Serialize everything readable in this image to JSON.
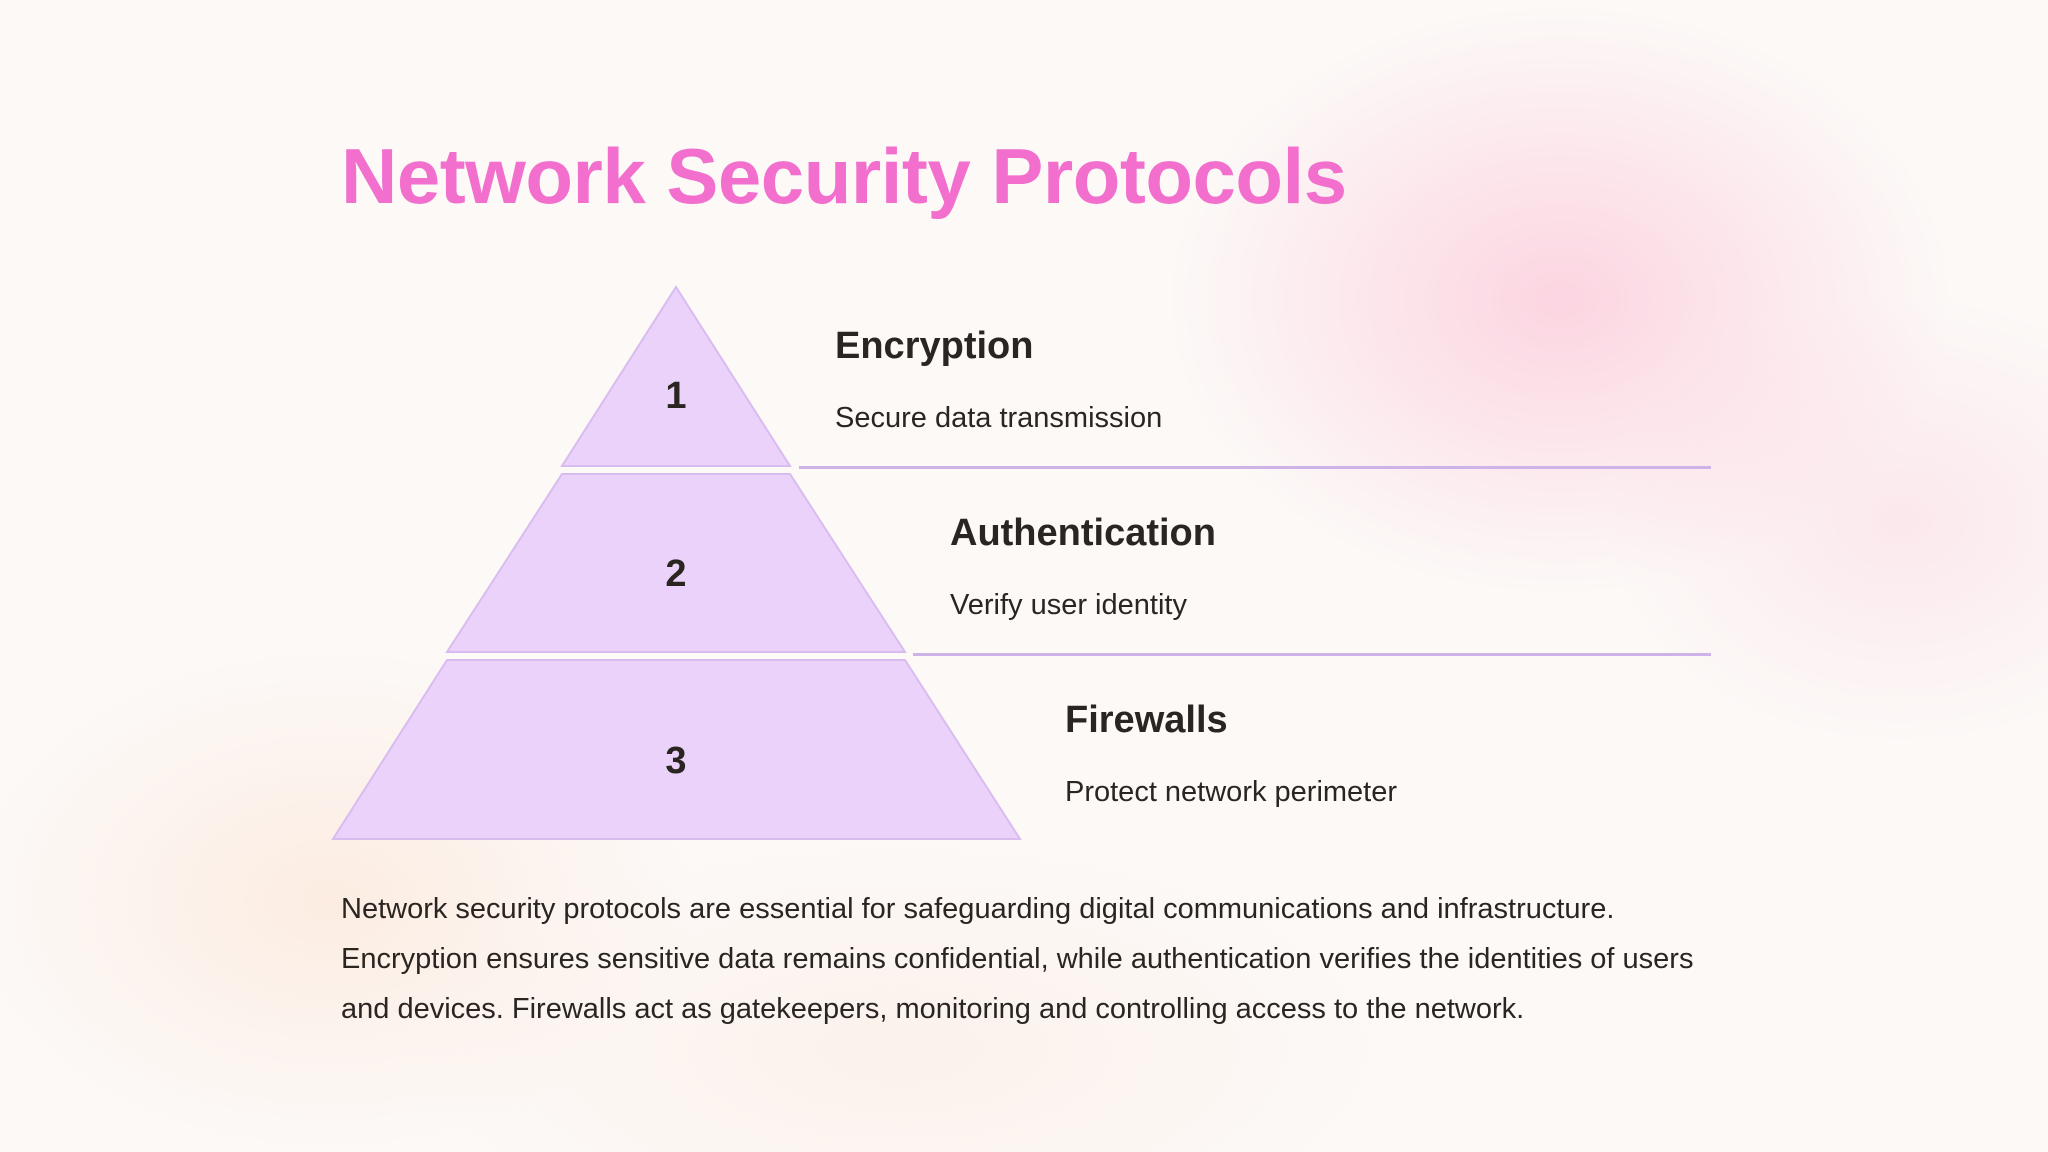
{
  "slide": {
    "title": "Network Security Protocols",
    "tiers": [
      {
        "number": "1",
        "title": "Encryption",
        "description": "Secure data transmission"
      },
      {
        "number": "2",
        "title": "Authentication",
        "description": "Verify user identity"
      },
      {
        "number": "3",
        "title": "Firewalls",
        "description": "Protect network perimeter"
      }
    ],
    "summary": "Network security protocols are essential for safeguarding digital communications and infrastructure. Encryption ensures sensitive data remains confidential, while authentication verifies the identities of users and devices. Firewalls act as gatekeepers, monitoring and controlling access to the network."
  },
  "colors": {
    "title": "#f26fce",
    "tier_fill": "#ead2fa",
    "tier_stroke": "#d8bcef",
    "divider": "#cdb3e8",
    "text": "#2b2522"
  }
}
